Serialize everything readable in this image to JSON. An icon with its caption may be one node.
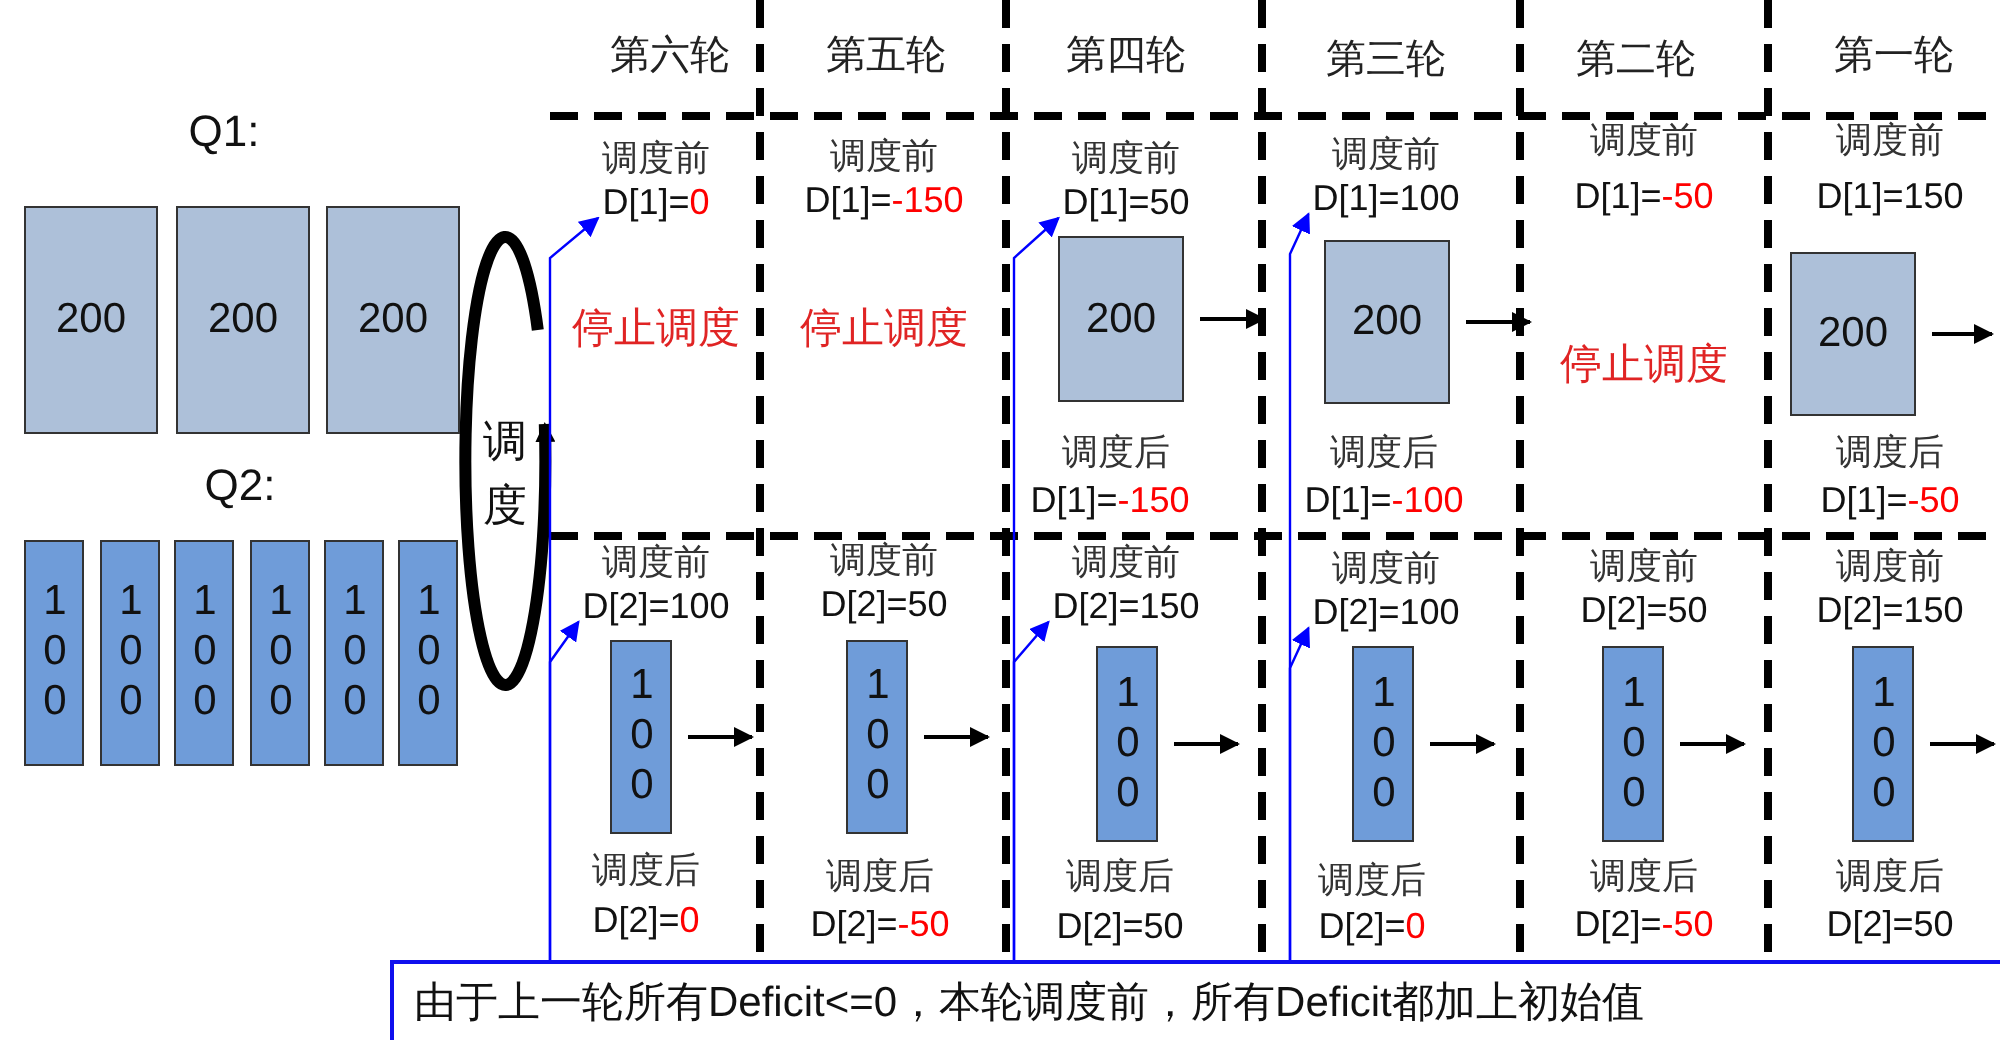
{
  "diagram": {
    "nodes": [
      {
        "text": [
          "200"
        ]
      },
      {
        "text": [
          "200"
        ]
      },
      {
        "text": [
          "200"
        ]
      },
      {
        "text": [
          "100"
        ]
      },
      {
        "text": [
          "100"
        ]
      },
      {
        "text": [
          "100"
        ]
      },
      {
        "text": [
          "100"
        ]
      },
      {
        "text": [
          "100"
        ]
      },
      {
        "text": [
          "100"
        ]
      },
      {
        "text": [
          "调度前",
          "D[1]=0"
        ]
      },
      {
        "text": [
          "调度前",
          "D[1]=50"
        ]
      },
      {
        "text": [
          "200"
        ]
      },
      {
        "text": [
          "调度前",
          "D[1]=100"
        ]
      },
      {
        "text": [
          "200"
        ]
      },
      {
        "text": [
          "200"
        ]
      },
      {
        "text": [
          "调度前",
          "D[2]=100"
        ]
      },
      {
        "text": [
          "100"
        ]
      },
      {
        "text": [
          "100"
        ]
      },
      {
        "text": [
          "调度前",
          "D[2]=150"
        ]
      },
      {
        "text": [
          "100"
        ]
      },
      {
        "text": [
          "调度前",
          "D[2]=100"
        ]
      },
      {
        "text": [
          "100"
        ]
      },
      {
        "text": [
          "100"
        ]
      },
      {
        "text": [
          "100"
        ]
      },
      {
        "text": [
          "由于上一轮所有Deficit<=0，本轮调度前，所有Deficit都加上初始值"
        ]
      }
    ],
    "edges": [
      {
        "from": 11,
        "to": null,
        "arrow": "to"
      },
      {
        "from": 13,
        "to": null,
        "arrow": "to"
      },
      {
        "from": 14,
        "to": null,
        "arrow": "to"
      },
      {
        "from": 16,
        "to": null,
        "arrow": "to"
      },
      {
        "from": 17,
        "to": null,
        "arrow": "to"
      },
      {
        "from": 19,
        "to": null,
        "arrow": "to"
      },
      {
        "from": 21,
        "to": null,
        "arrow": "to"
      },
      {
        "from": 22,
        "to": null,
        "arrow": "to"
      },
      {
        "from": 23,
        "to": null,
        "arrow": "to"
      },
      {
        "from": 24,
        "to": 9,
        "arrow": "to",
        "color": "#0000ff"
      },
      {
        "from": 24,
        "to": 15,
        "arrow": "to",
        "color": "#0000ff"
      },
      {
        "from": 24,
        "to": 10,
        "arrow": "to",
        "color": "#0000ff"
      },
      {
        "from": 24,
        "to": 18,
        "arrow": "to",
        "color": "#0000ff"
      },
      {
        "from": 24,
        "to": 12,
        "arrow": "to",
        "color": "#0000ff"
      },
      {
        "from": 24,
        "to": 20,
        "arrow": "to",
        "color": "#0000ff"
      }
    ],
    "labels": [
      "第六轮",
      "第五轮",
      "第四轮",
      "第三轮",
      "第二轮",
      "第一轮",
      "Q1:",
      "Q2:",
      "调度",
      "调度前",
      "D[1]=-150",
      "停止调度",
      "停止调度",
      "调度前",
      "D[1]=-50",
      "停止调度",
      "调度前",
      "D[1]=150",
      "调度后",
      "D[1]=-150",
      "调度后",
      "D[1]=-100",
      "调度后",
      "D[1]=-50",
      "调度前",
      "D[2]=50",
      "调度前",
      "D[2]=50",
      "调度前",
      "D[2]=150",
      "调度后",
      "D[2]=0",
      "调度后",
      "D[2]=-50",
      "调度后",
      "D[2]=50",
      "调度后",
      "D[2]=0",
      "调度后",
      "D[2]=-50",
      "调度后",
      "D[2]=50"
    ]
  }
}
